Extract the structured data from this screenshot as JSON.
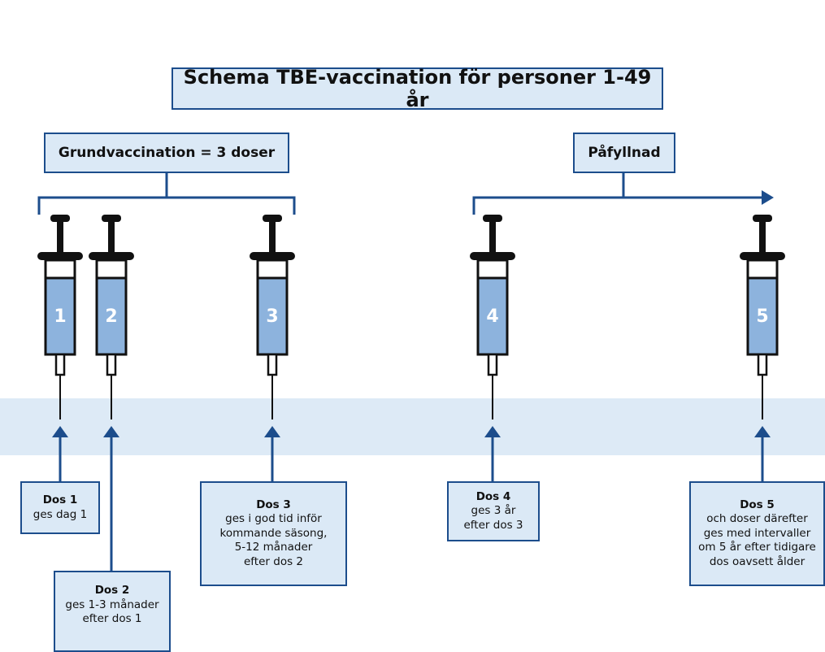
{
  "title": "Schema TBE-vaccination för personer 1-49 år",
  "groups": {
    "basic": "Grundvaccination = 3 doser",
    "booster": "Påfyllnad"
  },
  "doses": [
    {
      "number": "1",
      "name": "Dos 1",
      "description": "ges dag 1"
    },
    {
      "number": "2",
      "name": "Dos 2",
      "description": "ges 1-3 månader\nefter dos 1"
    },
    {
      "number": "3",
      "name": "Dos 3",
      "description": "ges i god tid inför\nkommande säsong,\n5-12 månader\nefter dos 2"
    },
    {
      "number": "4",
      "name": "Dos 4",
      "description": "ges 3 år\nefter dos 3"
    },
    {
      "number": "5",
      "name": "Dos 5",
      "description": "och doser därefter\nges med intervaller\nom 5 år efter tidigare\ndos oavsett ålder"
    }
  ],
  "colors": {
    "border": "#1c4d8c",
    "box_fill": "#dbe9f6",
    "band": "#ddeaf6",
    "syringe_fill": "#8db3dd",
    "syringe_outline": "#111111"
  }
}
